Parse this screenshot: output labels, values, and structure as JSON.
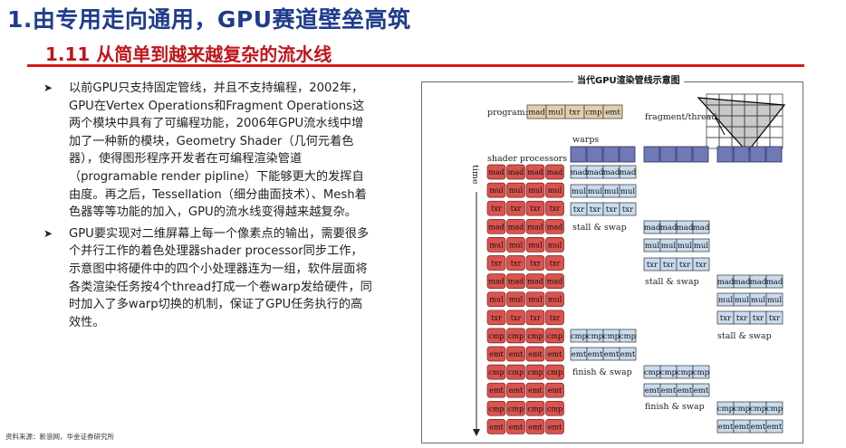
{
  "header": {
    "title": "1.由专用走向通用，GPU赛道壁垒高筑",
    "subtitle": "1.11  从简单到越来越复杂的流水线"
  },
  "bullets": [
    "以前GPU只支持固定管线，并且不支持编程，2002年，GPU在Vertex Operations和Fragment Operations这两个模块中具有了可编程功能，2006年GPU流水线中增加了一种新的模块，Geometry Shader（几何元着色器），使得图形程序开发者在可编程渲染管道（programable render pipline）下能够更大的发挥自由度。再之后，Tessellation（细分曲面技术）、Mesh着色器等等功能的加入，GPU的流水线变得越来越复杂。",
    "GPU要实现对二维屏幕上每一个像素点的输出，需要很多个并行工作的着色处理器shader processor同步工作，示意图中将硬件中的四个小处理器连为一组，软件层面将各类渲染任务按4个thread打成一个卷warp发给硬件，同时加入了多warp切换的机制，保证了GPU任务执行的高效性。"
  ],
  "figure": {
    "title": "当代GPU渲染管线示意图",
    "program_label": "program:",
    "program_ops": [
      "mad",
      "mul",
      "txr",
      "cmp",
      "emt"
    ],
    "fragment_label": "fragment/thread",
    "warps_label": "warps",
    "shader_label": "shader processors",
    "time_label": "time",
    "stall_label": "stall & swap",
    "finish_label": "finish & swap",
    "ops": {
      "mad": "mad",
      "mul": "mul",
      "txr": "txr",
      "cmp": "cmp",
      "emt": "emt"
    }
  },
  "footer": "资料来源：新浪网，华金证券研究所",
  "colors": {
    "title": "#1f3c8c",
    "subtitle": "#c0161c",
    "rule": "#d7191f",
    "processor": "#d9534f",
    "warp_cell": "#c9dcef",
    "warp_header": "#6f79b5",
    "program_cell": "#e0cfae"
  }
}
